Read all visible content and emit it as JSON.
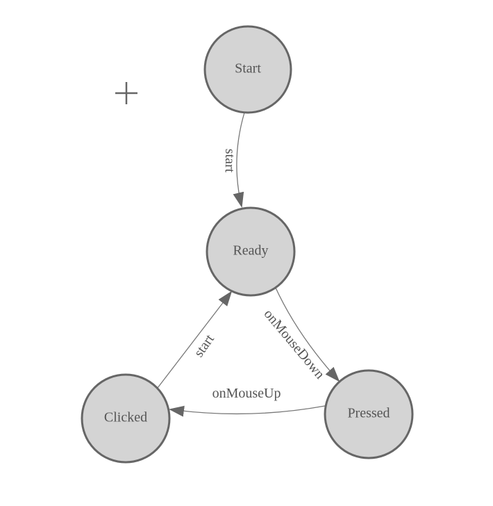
{
  "diagram": {
    "nodes": [
      {
        "id": "start",
        "label": "Start"
      },
      {
        "id": "ready",
        "label": "Ready"
      },
      {
        "id": "clicked",
        "label": "Clicked"
      },
      {
        "id": "pressed",
        "label": "Pressed"
      }
    ],
    "edges": [
      {
        "from": "Start",
        "to": "Ready",
        "label": "start"
      },
      {
        "from": "Ready",
        "to": "Pressed",
        "label": "onMouseDown"
      },
      {
        "from": "Clicked",
        "to": "Ready",
        "label": "start"
      },
      {
        "from": "Pressed",
        "to": "Clicked",
        "label": "onMouseUp"
      }
    ],
    "icons": {
      "crosshair": "+"
    },
    "colors": {
      "node_fill": "#d4d4d4",
      "node_stroke": "#666666",
      "edge_stroke": "#777777",
      "arrowhead": "#666666",
      "text": "#555555",
      "background": "#ffffff"
    }
  }
}
